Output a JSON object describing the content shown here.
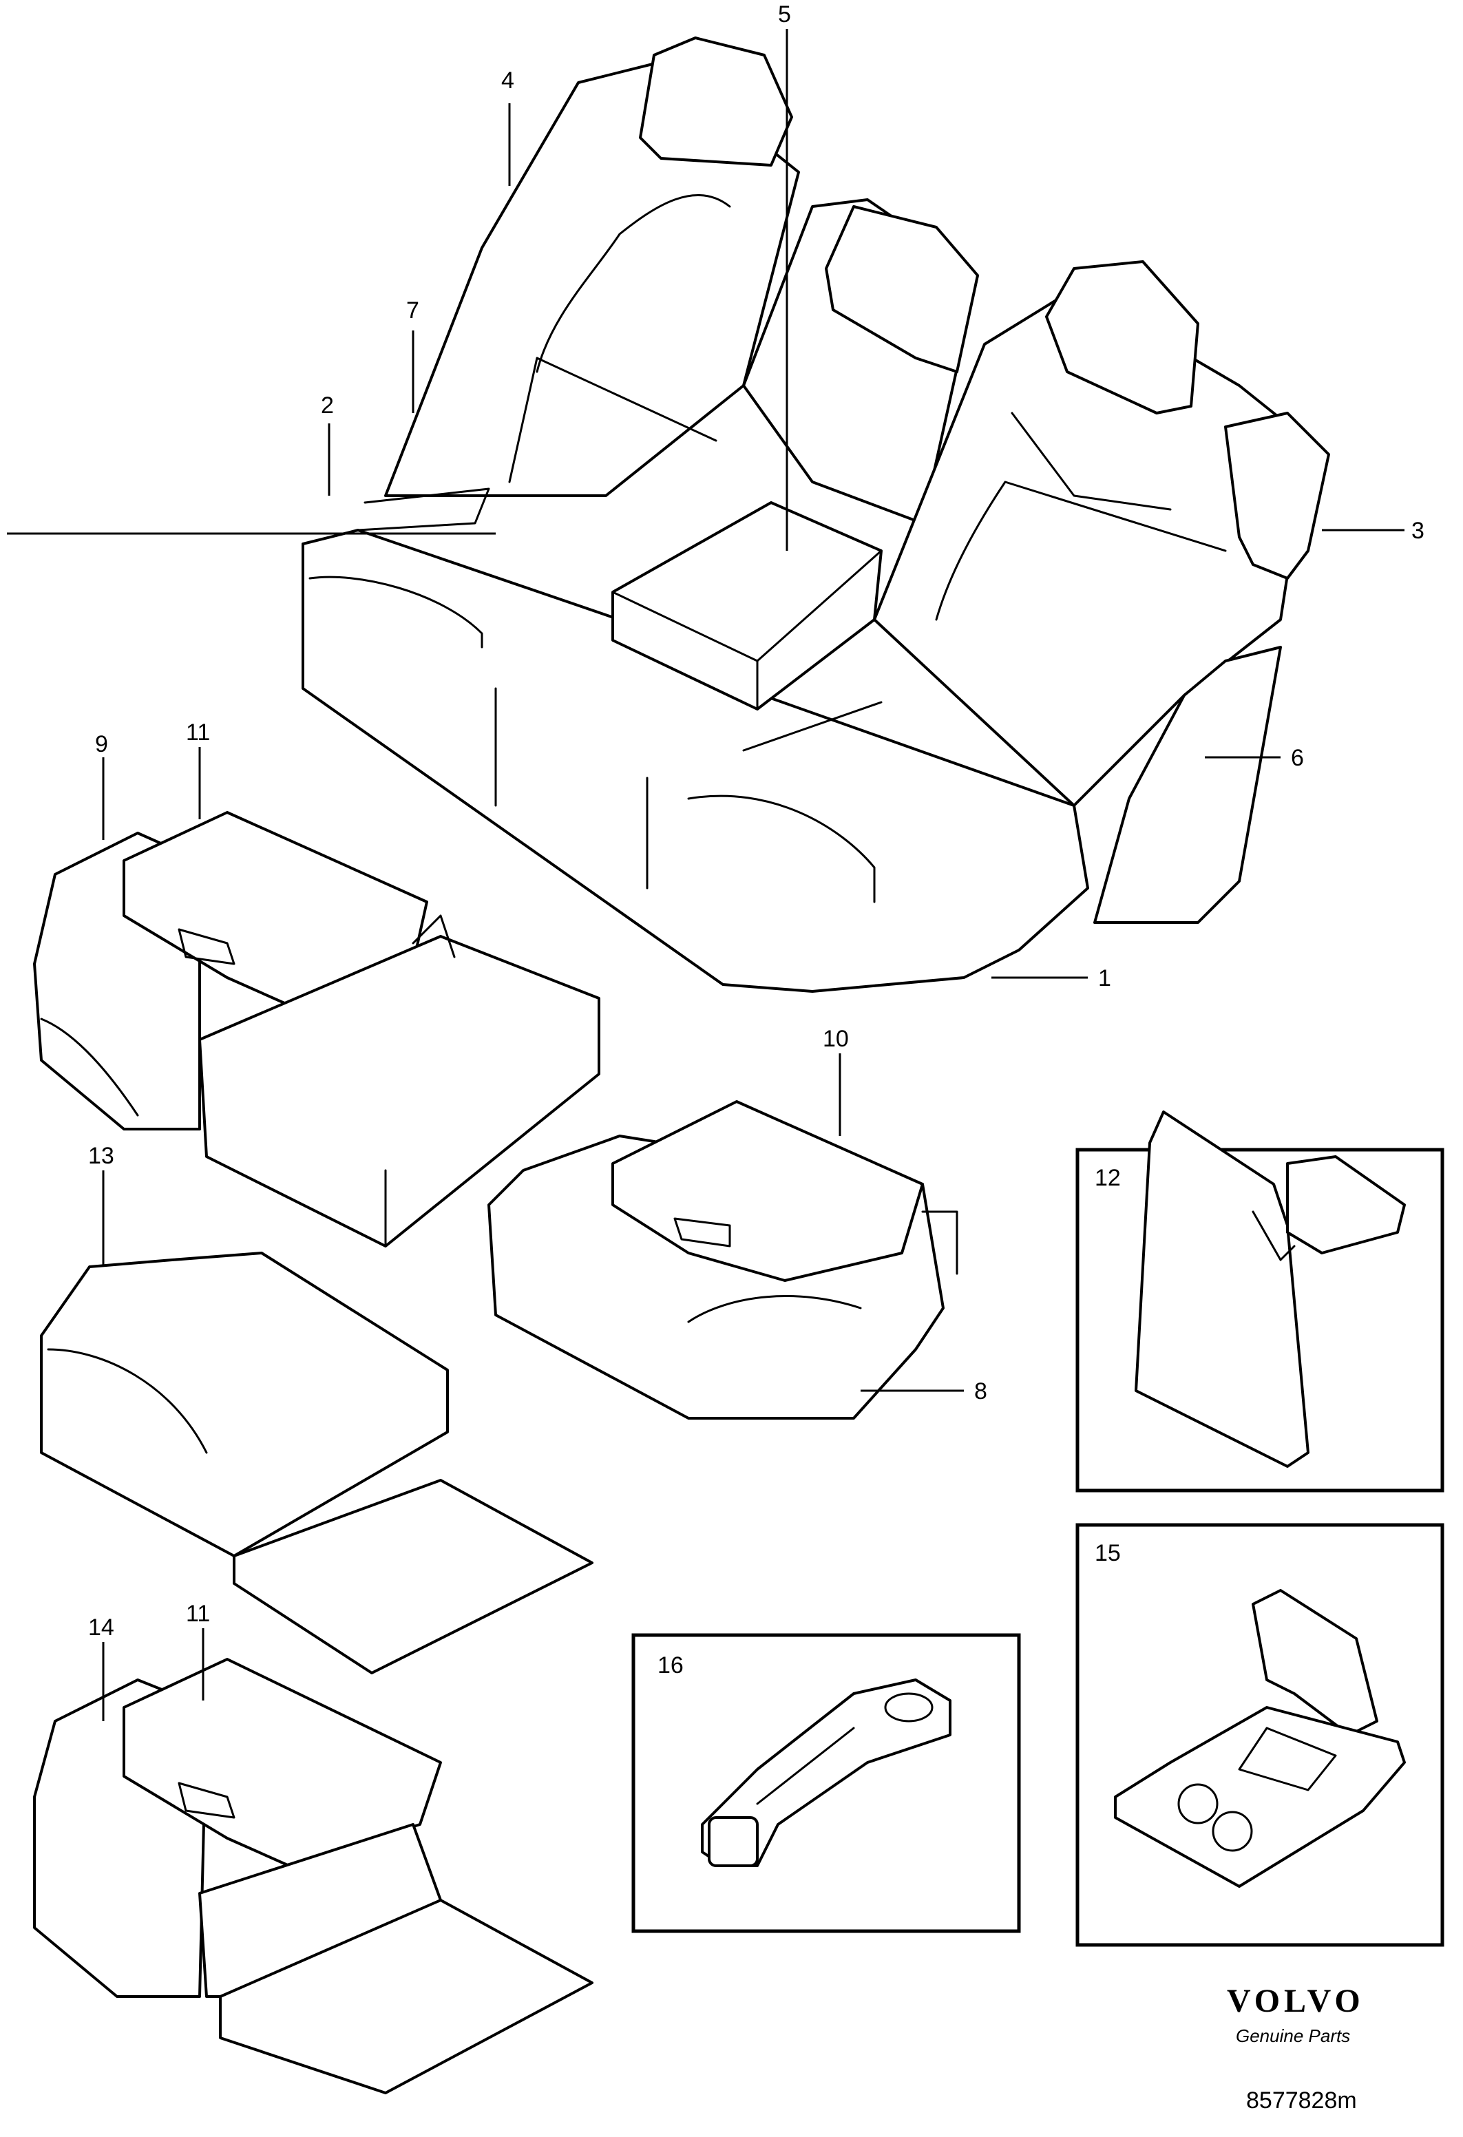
{
  "callouts": {
    "c1": "1",
    "c2": "2",
    "c3": "3",
    "c4": "4",
    "c5": "5",
    "c6": "6",
    "c7": "7",
    "c8": "8",
    "c9": "9",
    "c10": "10",
    "c11a": "11",
    "c11b": "11",
    "c12": "12",
    "c13": "13",
    "c14": "14",
    "c15": "15",
    "c16": "16"
  },
  "branding": {
    "brand": "VOLVO",
    "tagline": "Genuine Parts",
    "doc_number": "8577828m"
  }
}
